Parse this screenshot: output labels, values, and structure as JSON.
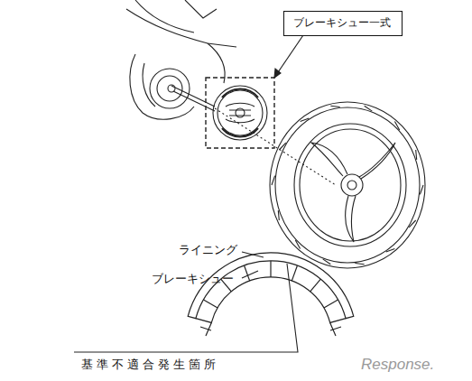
{
  "diagram": {
    "nodes": [
      {
        "text": [
          "ブレーキシュー一式"
        ]
      }
    ],
    "labels": [
      "ライニング",
      "ブレーキシュー",
      "基準不適合発生箇所",
      "Response."
    ]
  }
}
